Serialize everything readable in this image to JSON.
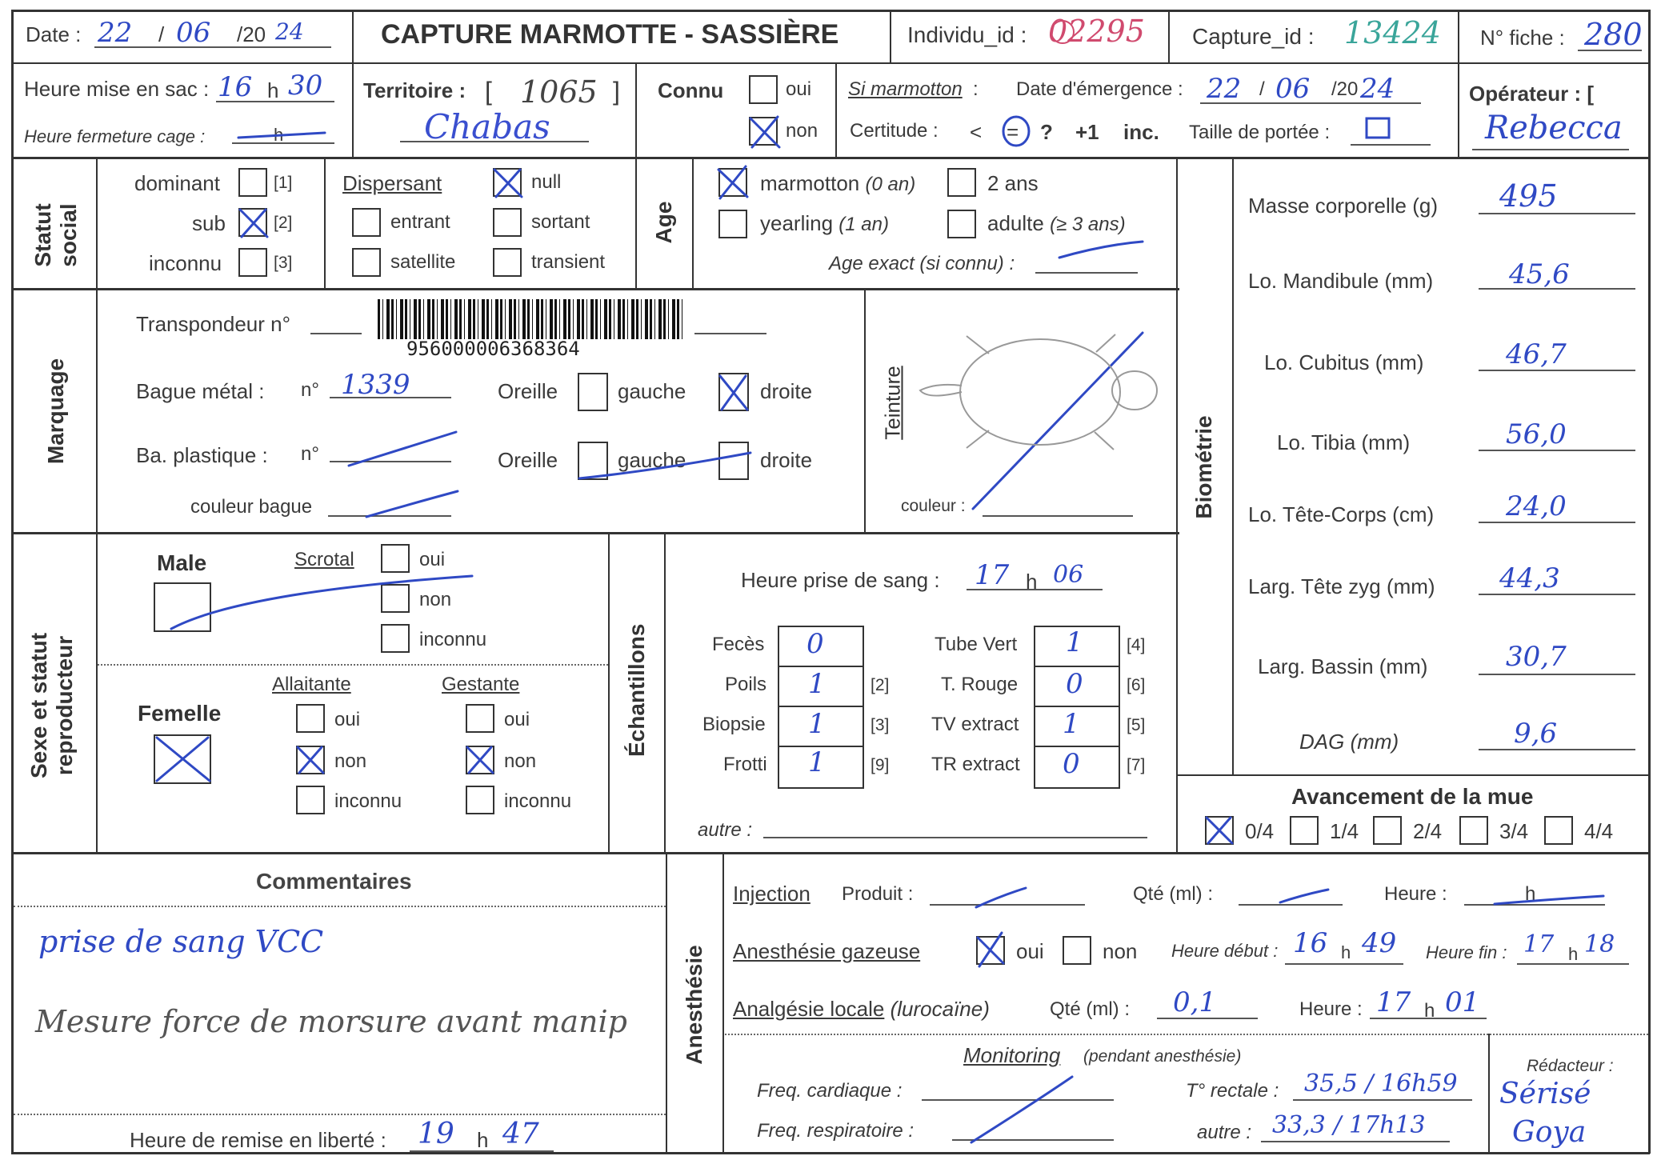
{
  "header": {
    "date_label": "Date :",
    "date_day": "22",
    "date_sep1": "/",
    "date_month": "06",
    "date_sep2": "/20",
    "date_year": "24",
    "title": "CAPTURE MARMOTTE - SASSIÈRE",
    "individu_label": "Individu_id :",
    "individu_value": "02295",
    "capture_label": "Capture_id :",
    "capture_value": "13424",
    "fiche_label": "N° fiche :",
    "fiche_value": "280"
  },
  "row2": {
    "heure_sac_label": "Heure mise en sac :",
    "heure_sac_h": "16",
    "h_sep": "h",
    "heure_sac_m": "30",
    "heure_cage_label": "Heure fermeture cage :",
    "heure_cage_h": "h",
    "territoire_label": "Territoire :",
    "territoire_open": "[",
    "territoire_value": "1065",
    "territoire_close": "]",
    "territoire_name": "Chabas",
    "connu_label": "Connu",
    "connu_oui": "oui",
    "connu_non": "non",
    "si_marmotton": "Si marmotton",
    "colon": ":",
    "date_emergence_label": "Date d'émergence :",
    "emergence_day": "22",
    "emergence_sep1": "/",
    "emergence_month": "06",
    "emergence_sep2": "/20",
    "emergence_year": "24",
    "certitude_label": "Certitude :",
    "certitude_lt": "<",
    "certitude_eq": "=",
    "certitude_q": "?",
    "certitude_p1": "+1",
    "certitude_inc": "inc.",
    "taille_portee_label": "Taille de portée :",
    "operateur_label": "Opérateur : [",
    "operateur_value": "Rebecca"
  },
  "statut": {
    "section_label_1": "Statut",
    "section_label_2": "social",
    "dominant": "dominant",
    "dominant_code": "[1]",
    "sub": "sub",
    "sub_code": "[2]",
    "inconnu": "inconnu",
    "inconnu_code": "[3]",
    "dispersant_label": "Dispersant",
    "null": "null",
    "entrant": "entrant",
    "sortant": "sortant",
    "satellite": "satellite",
    "transient": "transient"
  },
  "age": {
    "section_label": "Age",
    "marmotton": "marmotton",
    "marmotton_sub": "(0 an)",
    "yearling": "yearling",
    "yearling_sub": "(1 an)",
    "deux_ans": "2 ans",
    "adulte": "adulte",
    "adulte_sub": "(≥ 3 ans)",
    "age_exact_label": "Age exact (si connu) :"
  },
  "marquage": {
    "section_label": "Marquage",
    "transpondeur_label": "Transpondeur n°",
    "barcode_number": "956000006368364",
    "bague_metal_label": "Bague métal :",
    "numero_label": "n°",
    "bague_metal_value": "1339",
    "oreille_label": "Oreille",
    "gauche": "gauche",
    "droite": "droite",
    "ba_plastique_label": "Ba. plastique :",
    "couleur_bague_label": "couleur bague",
    "teinture_label": "Teinture",
    "couleur_label": "couleur :"
  },
  "biometrie": {
    "section_label": "Biométrie",
    "rows": [
      {
        "label": "Masse corporelle (g)",
        "value": "495"
      },
      {
        "label": "Lo. Mandibule (mm)",
        "value": "45,6"
      },
      {
        "label": "Lo. Cubitus (mm)",
        "value": "46,7"
      },
      {
        "label": "Lo. Tibia (mm)",
        "value": "56,0"
      },
      {
        "label": "Lo. Tête-Corps (cm)",
        "value": "24,0"
      },
      {
        "label": "Larg. Tête zyg (mm)",
        "value": "44,3"
      },
      {
        "label": "Larg. Bassin (mm)",
        "value": "30,7"
      },
      {
        "label": "DAG (mm)",
        "value": "9,6"
      }
    ],
    "mue_title": "Avancement de la mue",
    "mue_options": [
      "0/4",
      "1/4",
      "2/4",
      "3/4",
      "4/4"
    ]
  },
  "sexe": {
    "section_label_1": "Sexe et statut",
    "section_label_2": "reproducteur",
    "male": "Male",
    "scrotal": "Scrotal",
    "oui": "oui",
    "non": "non",
    "inconnu": "inconnu",
    "femelle": "Femelle",
    "allaitante": "Allaitante",
    "gestante": "Gestante"
  },
  "echantillons": {
    "section_label": "Échantillons",
    "heure_sang_label": "Heure prise de sang :",
    "heure_sang_h": "17",
    "h_sep": "h",
    "heure_sang_m": "06",
    "left": [
      {
        "label": "Fecès",
        "value": "0",
        "code": ""
      },
      {
        "label": "Poils",
        "value": "1",
        "code": "[2]"
      },
      {
        "label": "Biopsie",
        "value": "1",
        "code": "[3]"
      },
      {
        "label": "Frotti",
        "value": "1",
        "code": "[9]"
      }
    ],
    "right": [
      {
        "label": "Tube Vert",
        "value": "1",
        "code": "[4]"
      },
      {
        "label": "T. Rouge",
        "value": "0",
        "code": "[6]"
      },
      {
        "label": "TV extract",
        "value": "1",
        "code": "[5]"
      },
      {
        "label": "TR extract",
        "value": "0",
        "code": "[7]"
      }
    ],
    "autre_label": "autre :"
  },
  "commentaires": {
    "title": "Commentaires",
    "line1": "prise de sang VCC",
    "line2": "Mesure force de morsure avant manip",
    "liberte_label": "Heure de remise en liberté :",
    "liberte_h": "19",
    "h_sep": "h",
    "liberte_m": "47"
  },
  "anesthesie": {
    "section_label": "Anesthésie",
    "injection_label": "Injection",
    "produit_label": "Produit :",
    "qte_label": "Qté (ml)",
    "colon": ":",
    "heure_label": "Heure :",
    "h_sep": "h",
    "gazeuse_label": "Anesthésie gazeuse",
    "oui": "oui",
    "non": "non",
    "heure_debut_label": "Heure début :",
    "debut_h": "16",
    "debut_m": "49",
    "heure_fin_label": "Heure fin :",
    "fin_h": "17",
    "fin_m": "18",
    "analgesie_label": "Analgésie locale",
    "analgesie_sub": "(lurocaïne)",
    "analgesie_qte_label": "Qté (ml) :",
    "analgesie_qte_value": "0,1",
    "analgesie_heure_label": "Heure :",
    "analgesie_h": "17",
    "analgesie_m": "01",
    "monitoring_label": "Monitoring",
    "monitoring_sub": "(pendant anesthésie)",
    "freq_cardiaque_label": "Freq. cardiaque :",
    "freq_respiratoire_label": "Freq. respiratoire :",
    "rectale_label": "T° rectale :",
    "rectale_value": "35,5 / 16h59",
    "autre_label": "autre :",
    "autre_value": "33,3 / 17h13",
    "redacteur_label": "Rédacteur :",
    "redacteur_line1": "Sérisé",
    "redacteur_line2": "Goya"
  },
  "colors": {
    "ink": "#2f49c4",
    "ink_red": "#d04a6e",
    "ink_teal": "#3aa59a",
    "frame": "#333333"
  }
}
